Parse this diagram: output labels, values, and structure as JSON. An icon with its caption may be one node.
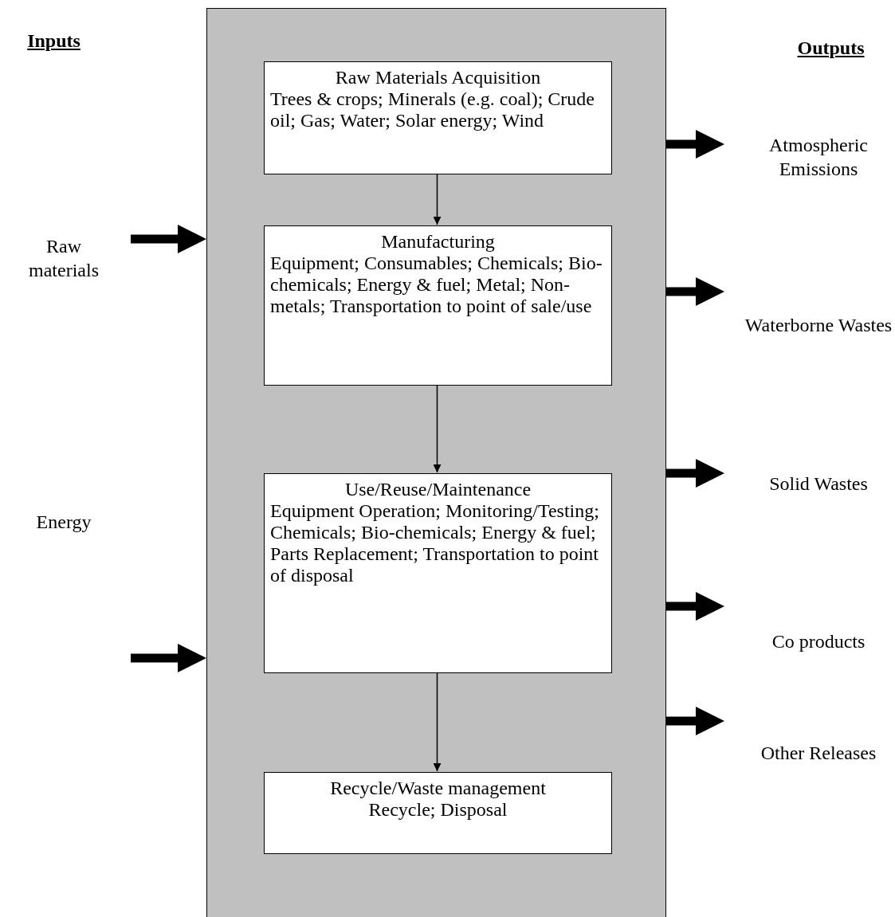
{
  "diagram": {
    "nodes": [
      {
        "text": [],
        "shape": "box"
      },
      {
        "text": [
          "Raw Materials Acquisition",
          "Trees & crops; Minerals (e.g. coal); Crude oil; Gas; Water; Solar energy; Wind"
        ],
        "in": 0
      },
      {
        "text": [
          "Manufacturing",
          "Equipment; Consumables; Chemicals; Bio-chemicals; Energy & fuel; Metal; Non-metals; Transportation to point of sale/use"
        ],
        "in": 0
      },
      {
        "text": [
          "Use/Reuse/Maintenance",
          "Equipment Operation; Monitoring/Testing; Chemicals; Bio-chemicals; Energy & fuel; Parts Replacement; Transportation to point of disposal"
        ],
        "in": 0
      },
      {
        "text": [
          "Recycle/Waste management",
          "Recycle; Disposal"
        ],
        "in": 0
      }
    ],
    "edges": [
      {
        "from": 1,
        "to": 2,
        "arrow": "to"
      },
      {
        "from": 2,
        "to": 3,
        "arrow": "to"
      },
      {
        "from": 3,
        "to": 4,
        "arrow": "to"
      },
      {
        "from": null,
        "to": 0,
        "arrow": "to",
        "style": "thick"
      },
      {
        "from": null,
        "to": 0,
        "arrow": "to",
        "style": "thick"
      },
      {
        "from": 0,
        "to": null,
        "arrow": "to",
        "style": "thick"
      },
      {
        "from": 0,
        "to": null,
        "arrow": "to",
        "style": "thick"
      },
      {
        "from": 0,
        "to": null,
        "arrow": "to",
        "style": "thick"
      },
      {
        "from": 0,
        "to": null,
        "arrow": "to",
        "style": "thick"
      },
      {
        "from": 0,
        "to": null,
        "arrow": "to",
        "style": "thick"
      }
    ],
    "labels": [
      "Inputs",
      "Raw materials",
      "Energy",
      "Outputs",
      "Atmospheric Emissions",
      "Waterborne Wastes",
      "Solid Wastes",
      "Co products",
      "Other Releases"
    ]
  }
}
